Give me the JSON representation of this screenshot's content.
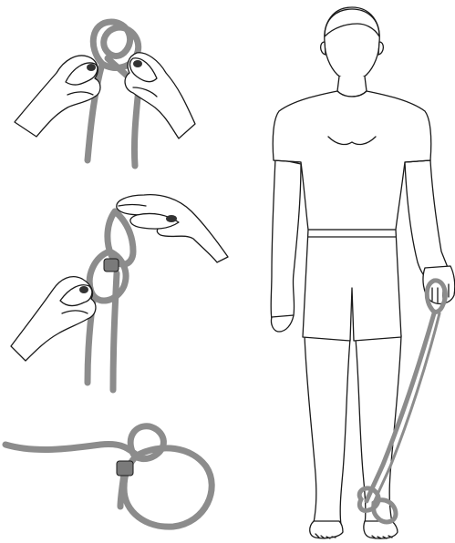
{
  "figure": {
    "panels": [
      {
        "id": "step-1",
        "depicts": "two-hands-forming-loop"
      },
      {
        "id": "step-2",
        "depicts": "hands-tightening-knot"
      },
      {
        "id": "step-3",
        "depicts": "finished-loop-knot"
      },
      {
        "id": "figure-with-cord",
        "depicts": "standing-person-holding-cord-tied-to-ankle"
      }
    ],
    "colors": {
      "cord": "#8c8c8c",
      "outline": "#1a1a1a",
      "background": "#ffffff"
    }
  }
}
